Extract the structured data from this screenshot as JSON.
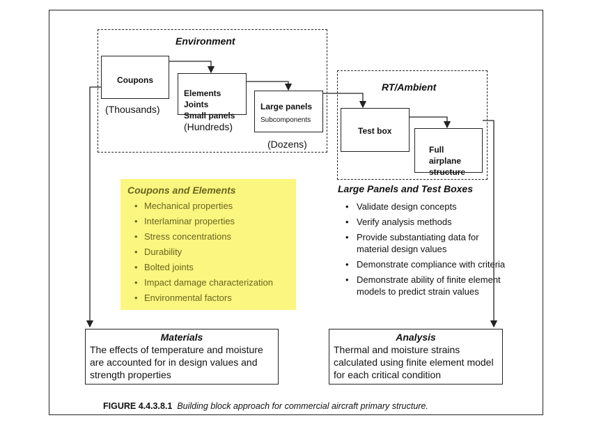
{
  "environment": {
    "title": "Environment",
    "coupons": {
      "label": "Coupons",
      "count": "(Thousands)"
    },
    "elements": {
      "label": "Elements\nJoints\nSmall panels",
      "count": "(Hundreds)"
    },
    "large_panels": {
      "label": "Large panels",
      "sublabel": "Subcomponents",
      "count": "(Dozens)"
    }
  },
  "rt_ambient": {
    "title": "RT/Ambient",
    "test_box": "Test box",
    "full_structure": "Full\nairplane\nstructure"
  },
  "coupons_and_elements": {
    "title": "Coupons and Elements",
    "items": [
      "Mechanical properties",
      "Interlaminar properties",
      "Stress concentrations",
      "Durability",
      "Bolted joints",
      "Impact damage characterization",
      "Environmental factors"
    ]
  },
  "large_panels_and_test_boxes": {
    "title": "Large Panels and Test Boxes",
    "items": [
      "Validate design concepts",
      "Verify analysis methods",
      "Provide substantiating data for material design values",
      "Demonstrate compliance with criteria",
      "Demonstrate ability of finite element models to predict strain values"
    ]
  },
  "materials": {
    "title": "Materials",
    "text": "The effects of temperature and moisture are accounted for in design values and strength properties"
  },
  "analysis": {
    "title": "Analysis",
    "text": "Thermal and moisture strains calculated using finite element model for each critical condition"
  },
  "caption": {
    "figure": "FIGURE 4.4.3.8.1",
    "text": "Building block approach for commercial aircraft primary structure."
  },
  "colors": {
    "highlight": "#fbf67f",
    "highlight_text": "#6b6420"
  }
}
